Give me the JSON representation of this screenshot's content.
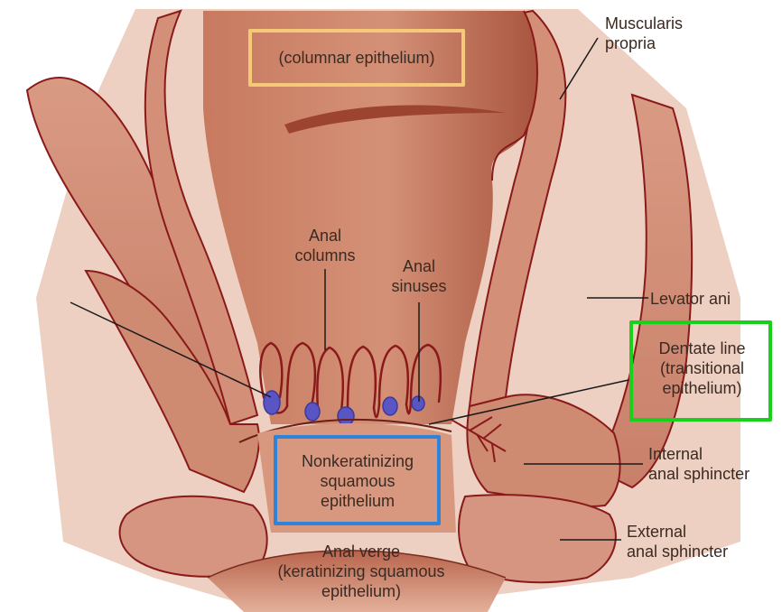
{
  "labels": {
    "columnar": "(columnar epithelium)",
    "muscularis": "Muscularis\npropria",
    "anal_columns": "Anal\ncolumns",
    "anal_sinuses": "Anal\nsinuses",
    "levator_ani": "Levator ani",
    "dentate_line": "Dentate line\n(transitional\nepithelium)",
    "internal_sphincter": "Internal\nanal sphincter",
    "nonkeratinizing": "Nonkeratinizing\nsquamous\nepithelium",
    "external_sphincter": "External\nanal sphincter",
    "anal_verge": "Anal verge\n(keratinizing squamous\nepithelium)"
  },
  "colors": {
    "highlight_columnar": "#f5c978",
    "highlight_dentate": "#19d01c",
    "highlight_nonkeratinizing": "#2f83d8",
    "tissue": "#c9806a",
    "tissue_light": "#dba08a",
    "outline": "#8a1a1a",
    "crypt": "#5a55c4"
  }
}
